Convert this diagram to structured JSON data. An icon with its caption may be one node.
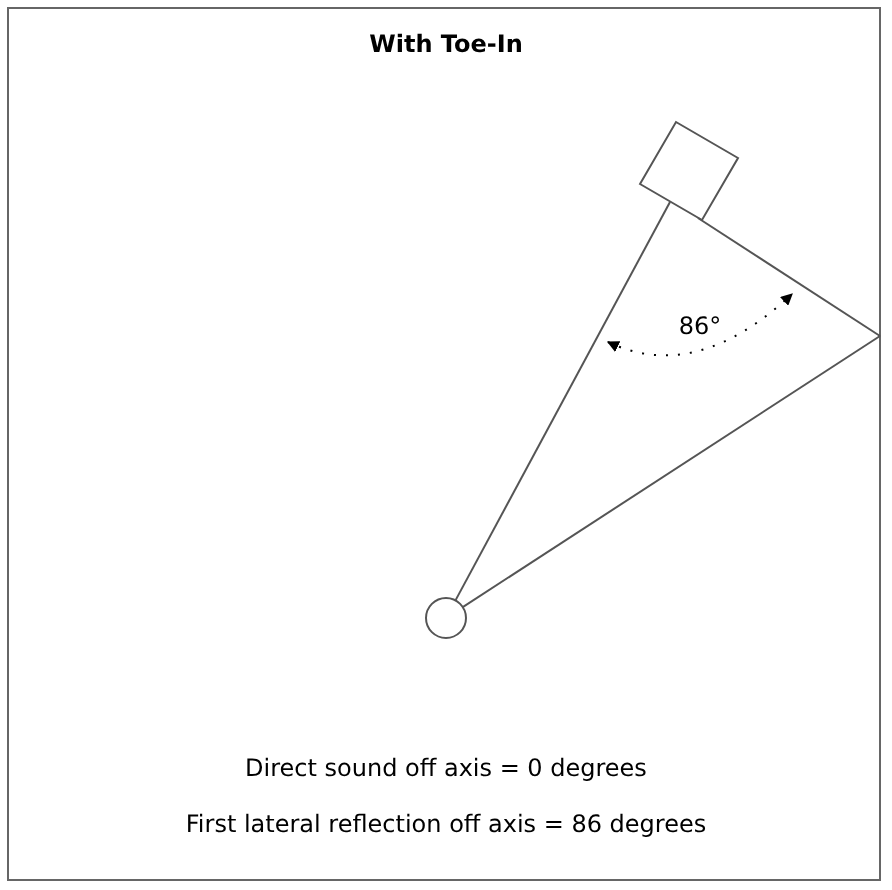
{
  "diagram": {
    "title": "With Toe-In",
    "nodes": [
      {
        "text": [],
        "shape": "box"
      },
      {
        "text": [],
        "shape": "circle"
      }
    ],
    "edges": [
      {
        "from": 1,
        "to": 0,
        "arrow": "none"
      },
      {
        "from": 0,
        "to": null,
        "arrow": "none"
      },
      {
        "from": 1,
        "to": null,
        "arrow": "none"
      }
    ],
    "labels": [
      "86°",
      "Direct sound off axis = 0 degrees",
      "First lateral reflection off axis = 86 degrees"
    ]
  }
}
